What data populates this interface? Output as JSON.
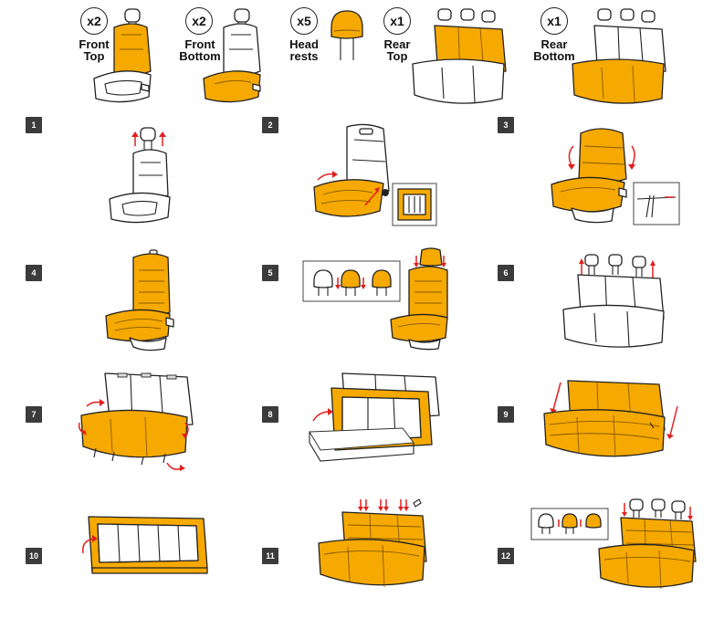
{
  "parts": [
    {
      "count": "x2",
      "label": "Front\nTop"
    },
    {
      "count": "x2",
      "label": "Front\nBottom"
    },
    {
      "count": "x5",
      "label": "Head\nrests"
    },
    {
      "count": "x1",
      "label": "Rear\nTop"
    },
    {
      "count": "x1",
      "label": "Rear\nBottom"
    }
  ],
  "steps": [
    "1",
    "2",
    "3",
    "4",
    "5",
    "6",
    "7",
    "8",
    "9",
    "10",
    "11",
    "12"
  ],
  "colors": {
    "cover": "#F6A900",
    "arrow": "#e02020",
    "badge": "#3b3b3b",
    "outline": "#222222"
  }
}
